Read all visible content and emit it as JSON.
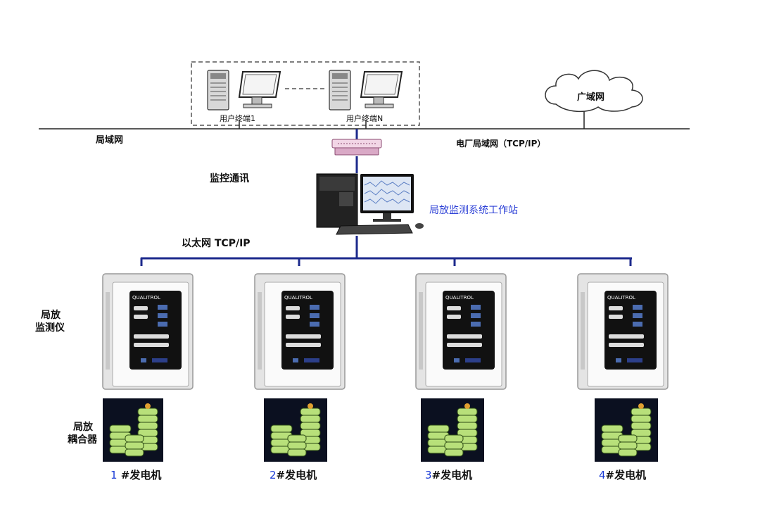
{
  "network": {
    "lan_label": "局域网",
    "plant_lan_label": "电厂局域网（TCP/IP）",
    "wan_label": "广域网",
    "monitor_comm_label": "监控通讯",
    "ethernet_label": "以太网   TCP/IP"
  },
  "terminals": {
    "terminal_1_label": "用户终端1",
    "terminal_n_label": "用户终端N"
  },
  "workstation": {
    "label": "局放监测系统工作站"
  },
  "side_labels": {
    "monitor_line1": "局放",
    "monitor_line2": "监测仪",
    "coupler_line1": "局放",
    "coupler_line2": "耦合器"
  },
  "device": {
    "brand": "QUALITROL"
  },
  "generators": [
    {
      "num": "1",
      "suffix": " #发电机"
    },
    {
      "num": "2",
      "suffix": "#发电机"
    },
    {
      "num": "3",
      "suffix": "#发电机"
    },
    {
      "num": "4",
      "suffix": "#发电机"
    }
  ],
  "colors": {
    "bus_blue": "#1c2a8c",
    "label_blue": "#2b3fd6",
    "line_black": "#222222"
  }
}
